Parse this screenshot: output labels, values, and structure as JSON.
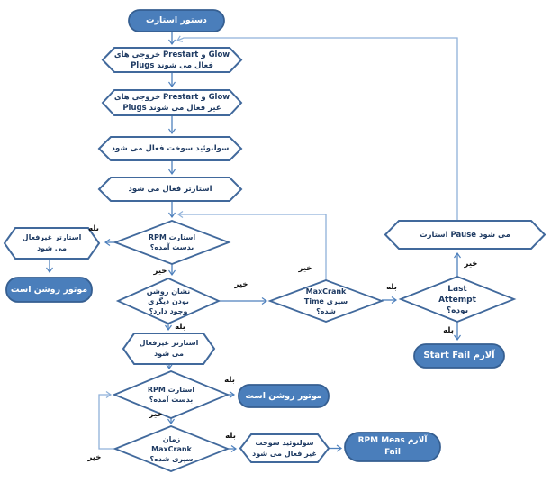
{
  "diagram": {
    "title": "engine start sequence flowchart",
    "direction_labels": {
      "yes": "بله",
      "no": "خیر"
    },
    "colors": {
      "terminator_fill": "#4a7ebb",
      "terminator_border": "#365f91",
      "shape_border": "#41699c",
      "connector": "#4f81bd",
      "connector_light": "#8fb1d9",
      "text_dark": "#1f3b63"
    },
    "nodes": {
      "start": {
        "shape": "terminator",
        "label": "دستور استارت"
      },
      "prestart_glow_on": {
        "shape": "preparation",
        "lines": [
          "خروجی های Prestart و  Glow",
          "Plugs  فعال می شوند"
        ]
      },
      "prestart_glow_off": {
        "shape": "preparation",
        "lines": [
          "خروجی های Prestart و  Glow",
          "Plugs  غیر فعال می شوند"
        ]
      },
      "fuel_solenoid_on": {
        "shape": "preparation",
        "label": "سولنوئید سوخت فعال می شود"
      },
      "starter_on": {
        "shape": "preparation",
        "label": "استارتر  فعال می شود"
      },
      "rpm_reached_1": {
        "shape": "decision",
        "lines": [
          "RPM استارت",
          "بدست آمده؟"
        ]
      },
      "starter_off_1": {
        "shape": "preparation",
        "lines": [
          "استارتر  غیرفعال",
          "می شود"
        ]
      },
      "engine_running_1": {
        "shape": "terminator",
        "label": "موتور روشن است"
      },
      "other_run_sign": {
        "shape": "decision",
        "lines": [
          "نشان روشن",
          "بودن دیگری",
          "وجود دارد؟"
        ]
      },
      "maxcrank_time_1": {
        "shape": "decision",
        "lines": [
          "MaxCrank",
          "Time سپری",
          "شده؟"
        ]
      },
      "last_attempt": {
        "shape": "decision",
        "lines": [
          "Last",
          "Attempt",
          "بوده؟"
        ]
      },
      "start_pause": {
        "shape": "preparation",
        "label": "استارت Pause  می شود"
      },
      "start_fail_alarm": {
        "shape": "terminator",
        "label": "آلارم Start Fail"
      },
      "starter_off_2": {
        "shape": "preparation",
        "lines": [
          "استارتر  غیرفعال",
          "می شود"
        ]
      },
      "rpm_reached_2": {
        "shape": "decision",
        "lines": [
          "RPM استارت",
          "بدست آمده؟"
        ]
      },
      "engine_running_2": {
        "shape": "terminator",
        "label": "موتور روشن است"
      },
      "maxcrank_time_2": {
        "shape": "decision",
        "lines": [
          "زمان",
          "MaxCrank",
          "سپری شده؟"
        ]
      },
      "fuel_solenoid_off": {
        "shape": "preparation",
        "lines": [
          "سولنوئید سوخت",
          "غیر فعال می شود"
        ]
      },
      "rpm_meas_fail_alarm": {
        "shape": "terminator",
        "lines": [
          "آلارم RPM Meas",
          "Fail"
        ]
      }
    }
  }
}
